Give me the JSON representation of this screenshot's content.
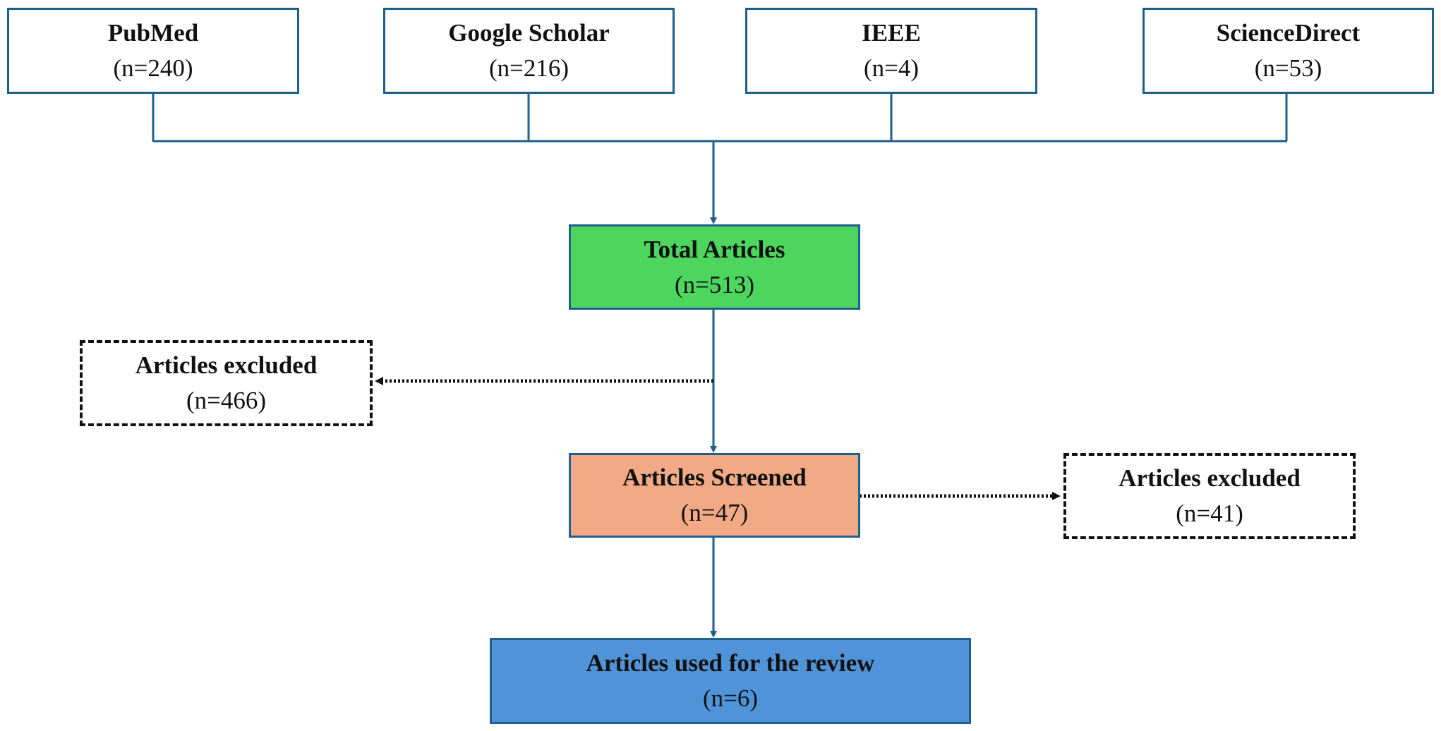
{
  "diagram": {
    "type": "PRISMA-style literature search flow",
    "colors": {
      "line": "#1f5f8b",
      "total_fill": "#4cd65e",
      "screened_fill": "#f2aa86",
      "final_fill": "#4f94d8",
      "source_fill": "#ffffff",
      "excluded_border": "#111111"
    },
    "sources": [
      {
        "name": "PubMed",
        "count": "(n=240)",
        "n": 240
      },
      {
        "name": "Google Scholar",
        "count": "(n=216)",
        "n": 216
      },
      {
        "name": "IEEE",
        "count": "(n=4)",
        "n": 4
      },
      {
        "name": "ScienceDirect",
        "count": "(n=53)",
        "n": 53
      }
    ],
    "total": {
      "label": "Total Articles",
      "count": "(n=513)",
      "n": 513
    },
    "excluded_first": {
      "label": "Articles excluded",
      "count": "(n=466)",
      "n": 466
    },
    "screened": {
      "label": "Articles Screened",
      "count": "(n=47)",
      "n": 47
    },
    "excluded_second": {
      "label": "Articles excluded",
      "count": "(n=41)",
      "n": 41
    },
    "final": {
      "label": "Articles used for the review",
      "count": "(n=6)",
      "n": 6
    }
  }
}
